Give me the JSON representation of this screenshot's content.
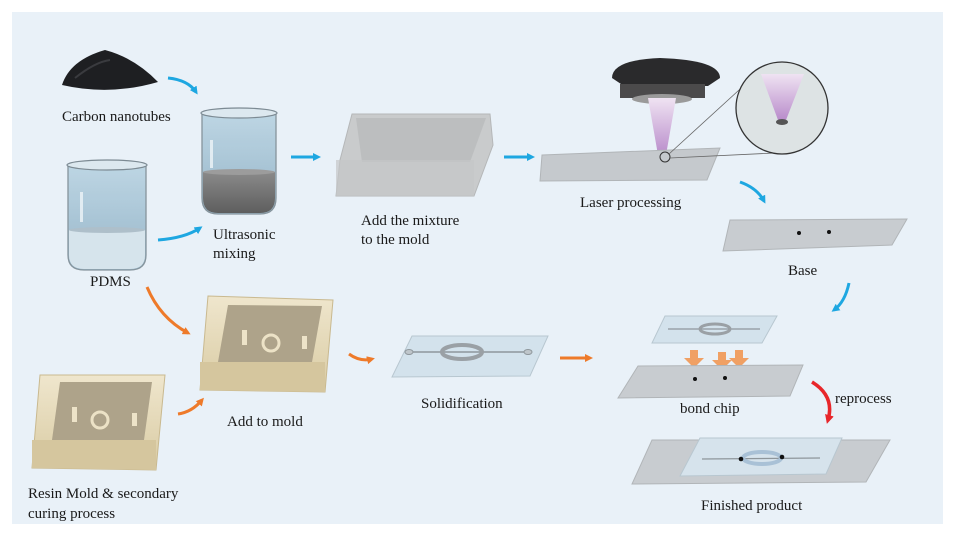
{
  "figure": {
    "title": "Fabrication workflow of carbon-nanotube/PDMS microfluidic chip",
    "background_color": "#e9f1f8",
    "arrow_colors": {
      "process_blue": "#1ea7e1",
      "mold_orange": "#ee7a2a",
      "reprocess_red": "#e8262a",
      "press_orange": "#f0a064"
    }
  },
  "labels": {
    "carbon_nanotubes": "Carbon nanotubes",
    "pdms": "PDMS",
    "ultrasonic_line1": "Ultrasonic",
    "ultrasonic_line2": "mixing",
    "add_mixture_line1": "Add the mixture",
    "add_mixture_line2": "to the mold",
    "laser_processing": "Laser processing",
    "base": "Base",
    "resin_line1": "Resin Mold & secondary",
    "resin_line2": "curing process",
    "add_to_mold": "Add to mold",
    "solidification": "Solidification",
    "bond_chip": "bond chip",
    "reprocess": "reprocess",
    "finished_product": "Finished product"
  },
  "nodes": [
    {
      "id": "carbon-nanotubes",
      "label_key": "carbon_nanotubes",
      "icon": "powder-pile-icon"
    },
    {
      "id": "pdms",
      "label_key": "pdms",
      "icon": "beaker-clear-icon"
    },
    {
      "id": "ultrasonic-mixing",
      "label_key": "ultrasonic_line1",
      "icon": "beaker-dark-icon"
    },
    {
      "id": "mixture-mold",
      "label_key": "add_mixture_line1",
      "icon": "transparent-box-icon"
    },
    {
      "id": "laser-processing",
      "label_key": "laser_processing",
      "icon": "laser-head-icon"
    },
    {
      "id": "base",
      "label_key": "base",
      "icon": "glass-slide-icon"
    },
    {
      "id": "resin-mold",
      "label_key": "resin_line1",
      "icon": "resin-mold-icon"
    },
    {
      "id": "add-to-mold",
      "label_key": "add_to_mold",
      "icon": "resin-mold-icon"
    },
    {
      "id": "solidification",
      "label_key": "solidification",
      "icon": "pdms-chip-icon"
    },
    {
      "id": "bond-chip",
      "label_key": "bond_chip",
      "icon": "bond-stack-icon"
    },
    {
      "id": "finished-product",
      "label_key": "finished_product",
      "icon": "finished-chip-icon"
    }
  ],
  "edges": [
    {
      "from": "carbon-nanotubes",
      "to": "ultrasonic-mixing",
      "color": "blue"
    },
    {
      "from": "pdms",
      "to": "ultrasonic-mixing",
      "color": "blue"
    },
    {
      "from": "ultrasonic-mixing",
      "to": "mixture-mold",
      "color": "blue"
    },
    {
      "from": "mixture-mold",
      "to": "laser-processing",
      "color": "blue"
    },
    {
      "from": "laser-processing",
      "to": "base",
      "color": "blue"
    },
    {
      "from": "base",
      "to": "bond-chip",
      "color": "blue"
    },
    {
      "from": "pdms",
      "to": "add-to-mold",
      "color": "orange"
    },
    {
      "from": "resin-mold",
      "to": "add-to-mold",
      "color": "orange"
    },
    {
      "from": "add-to-mold",
      "to": "solidification",
      "color": "orange"
    },
    {
      "from": "solidification",
      "to": "bond-chip",
      "color": "orange"
    },
    {
      "from": "bond-chip",
      "to": "finished-product",
      "color": "red",
      "label_key": "reprocess"
    }
  ]
}
